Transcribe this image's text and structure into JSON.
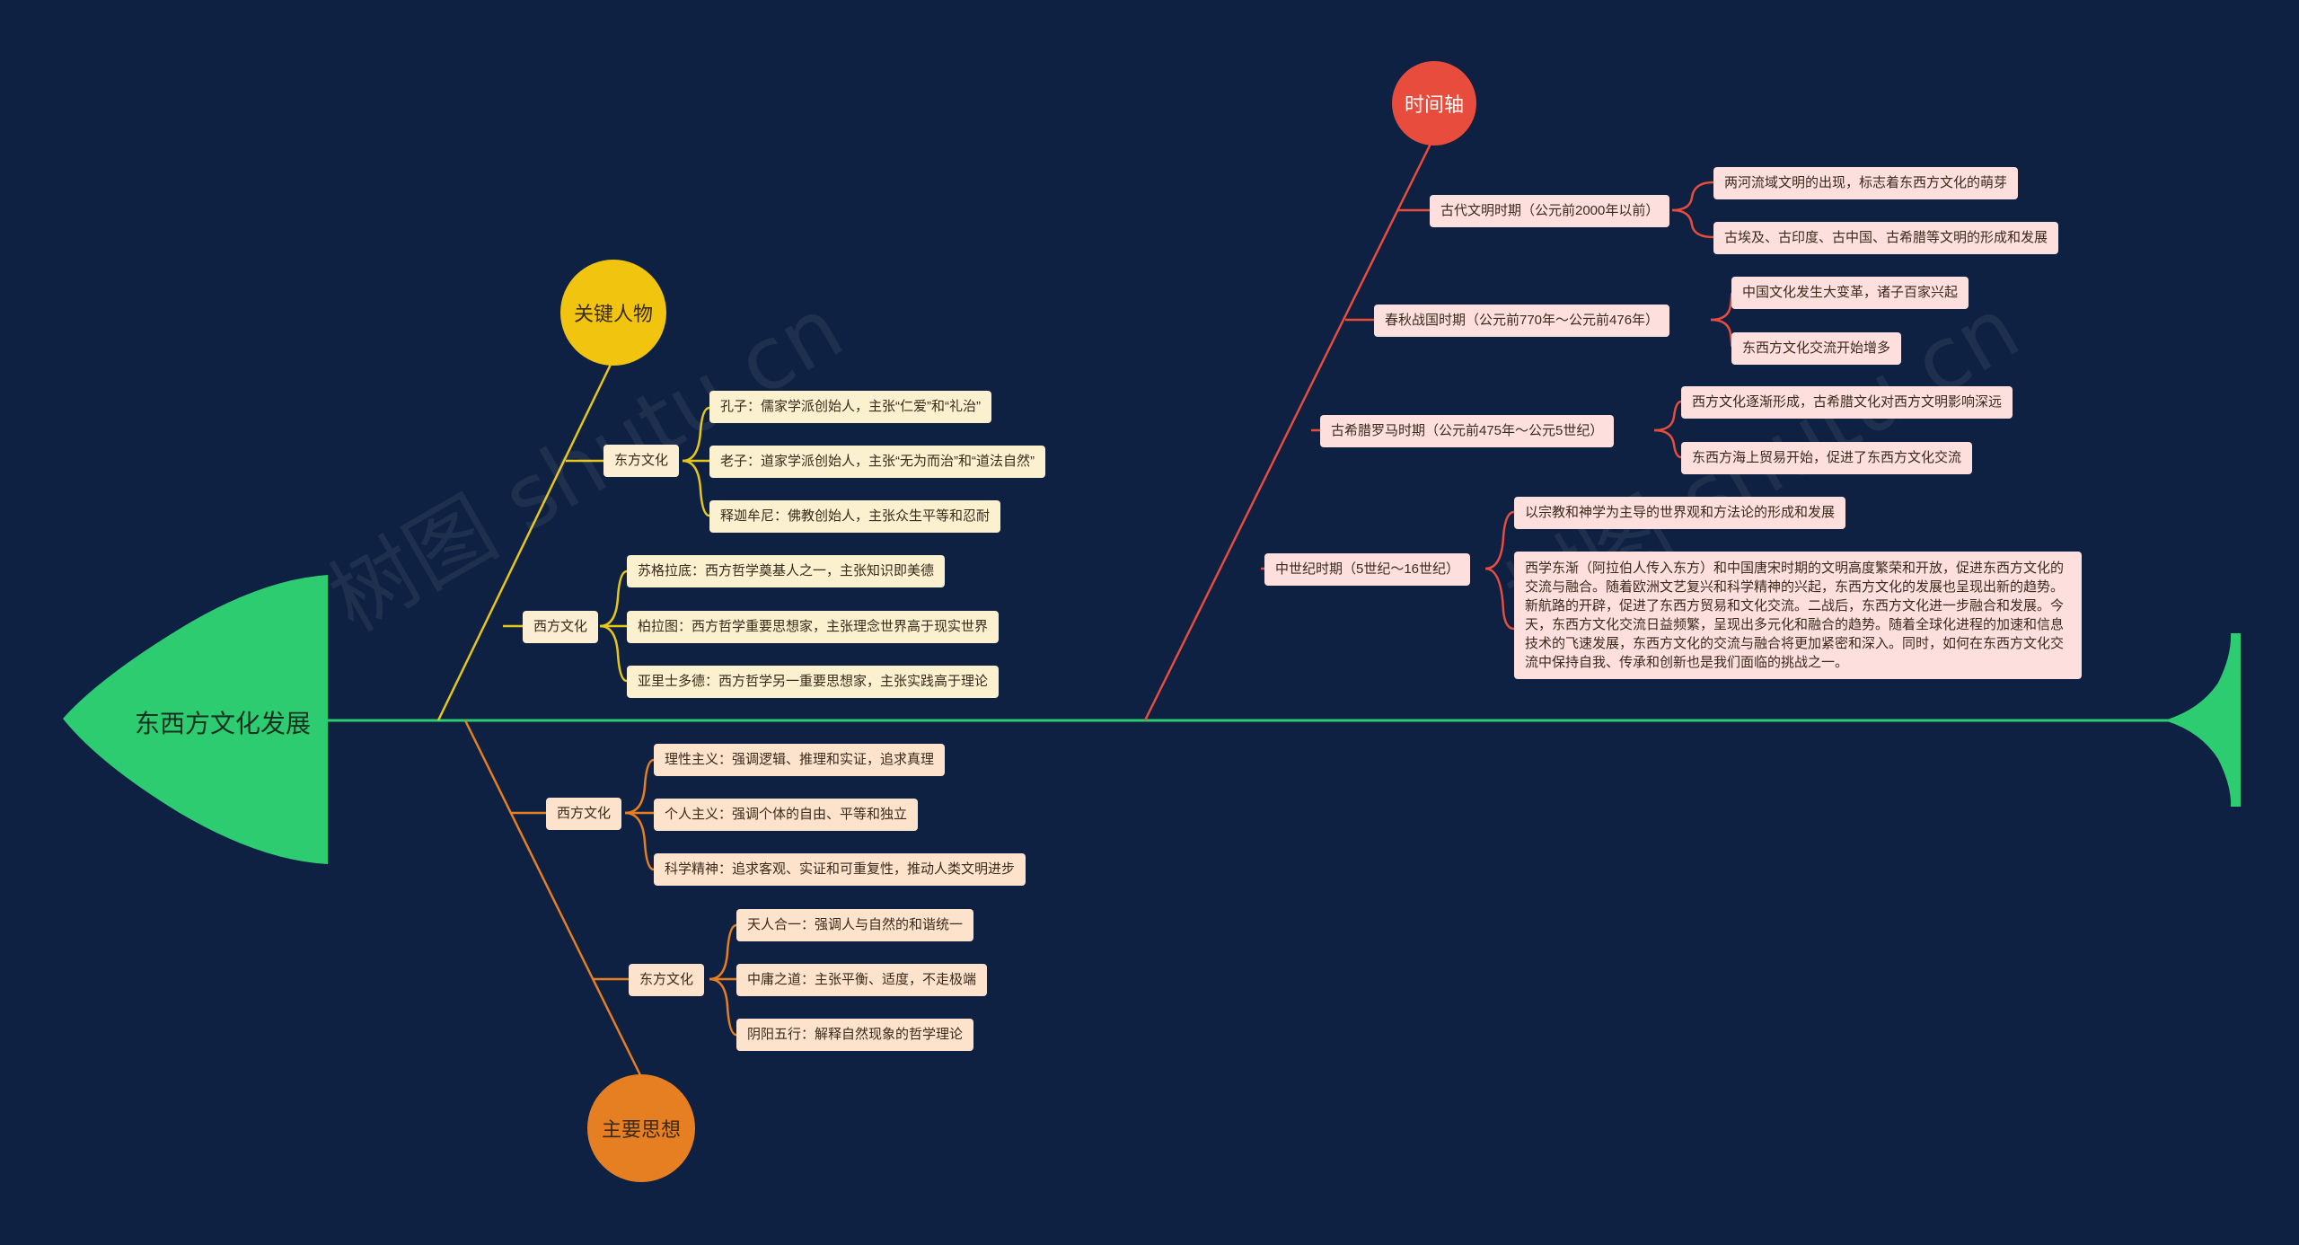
{
  "colors": {
    "background": "#0e2142",
    "spine": "#2ecc71",
    "key_people": "#f1c40f",
    "main_ideas": "#e67e22",
    "timeline": "#e74c3c"
  },
  "head": {
    "title": "东西方文化发展"
  },
  "branches": {
    "key_people": {
      "title": "关键人物",
      "groups": [
        {
          "label": "东方文化",
          "items": [
            "孔子：儒家学派创始人，主张“仁爱”和“礼治”",
            "老子：道家学派创始人，主张“无为而治”和“道法自然”",
            "释迦牟尼：佛教创始人，主张众生平等和忍耐"
          ]
        },
        {
          "label": "西方文化",
          "items": [
            "苏格拉底：西方哲学奠基人之一，主张知识即美德",
            "柏拉图：西方哲学重要思想家，主张理念世界高于现实世界",
            "亚里士多德：西方哲学另一重要思想家，主张实践高于理论"
          ]
        }
      ]
    },
    "main_ideas": {
      "title": "主要思想",
      "groups": [
        {
          "label": "西方文化",
          "items": [
            "理性主义：强调逻辑、推理和实证，追求真理",
            "个人主义：强调个体的自由、平等和独立",
            "科学精神：追求客观、实证和可重复性，推动人类文明进步"
          ]
        },
        {
          "label": "东方文化",
          "items": [
            "天人合一：强调人与自然的和谐统一",
            "中庸之道：主张平衡、适度，不走极端",
            "阴阳五行：解释自然现象的哲学理论"
          ]
        }
      ]
    },
    "timeline": {
      "title": "时间轴",
      "groups": [
        {
          "label": "古代文明时期（公元前2000年以前）",
          "items": [
            "两河流域文明的出现，标志着东西方文化的萌芽",
            "古埃及、古印度、古中国、古希腊等文明的形成和发展"
          ]
        },
        {
          "label": "春秋战国时期（公元前770年～公元前476年）",
          "items": [
            "中国文化发生大变革，诸子百家兴起",
            "东西方文化交流开始增多"
          ]
        },
        {
          "label": "古希腊罗马时期（公元前475年～公元5世纪）",
          "items": [
            "西方文化逐渐形成，古希腊文化对西方文明影响深远",
            "东西方海上贸易开始，促进了东西方文化交流"
          ]
        },
        {
          "label": "中世纪时期（5世纪～16世纪）",
          "items": [
            "以宗教和神学为主导的世界观和方法论的形成和发展",
            "西学东渐（阿拉伯人传入东方）和中国唐宋时期的文明高度繁荣和开放，促进东西方文化的交流与融合。随着欧洲文艺复兴和科学精神的兴起，东西方文化的发展也呈现出新的趋势。新航路的开辟，促进了东西方贸易和文化交流。二战后，东西方文化进一步融合和发展。今天，东西方文化交流日益频繁，呈现出多元化和融合的趋势。随着全球化进程的加速和信息技术的飞速发展，东西方文化的交流与融合将更加紧密和深入。同时，如何在东西方文化交流中保持自我、传承和创新也是我们面临的挑战之一。"
          ]
        }
      ]
    }
  },
  "watermark": "树图 shutu.cn"
}
